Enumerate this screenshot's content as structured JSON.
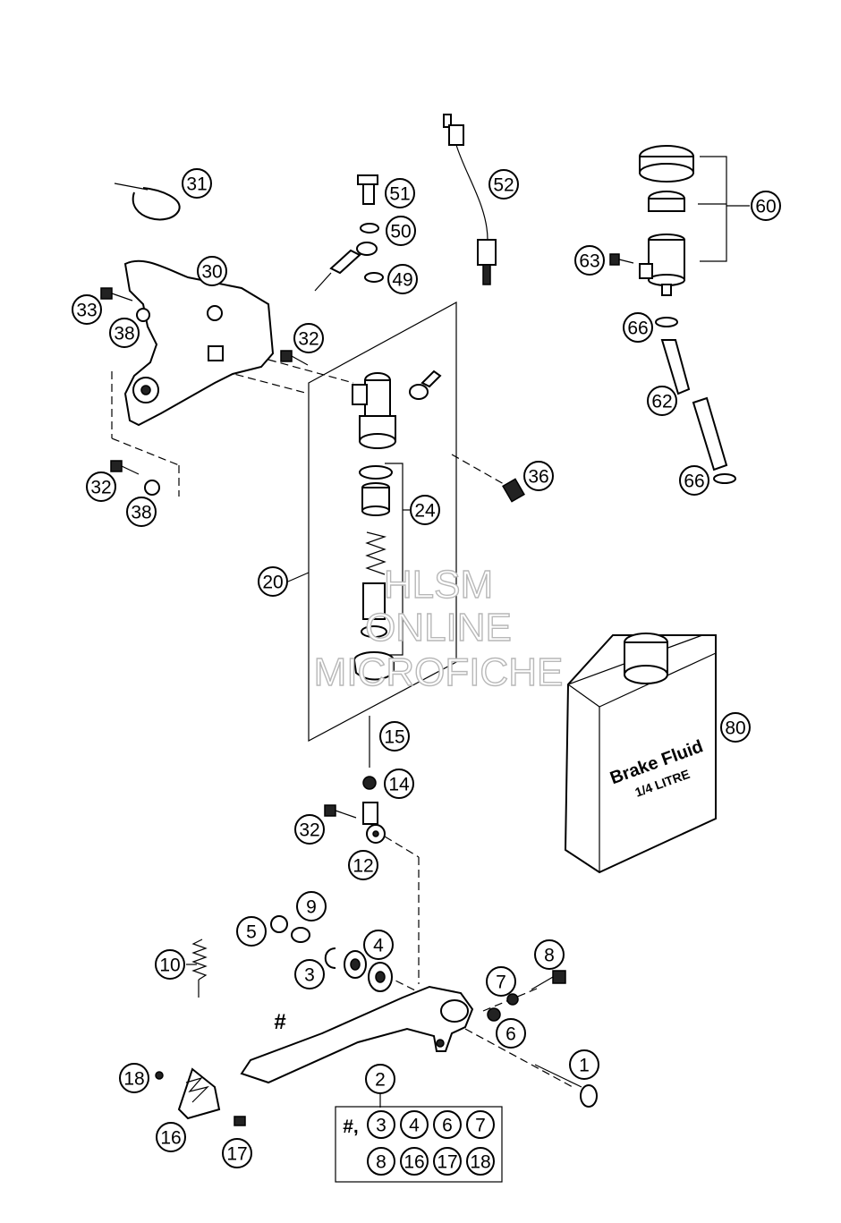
{
  "callouts": [
    {
      "label": "31"
    },
    {
      "label": "51"
    },
    {
      "label": "52"
    },
    {
      "label": "60"
    },
    {
      "label": "50"
    },
    {
      "label": "30"
    },
    {
      "label": "49"
    },
    {
      "label": "63"
    },
    {
      "label": "33"
    },
    {
      "label": "38"
    },
    {
      "label": "32"
    },
    {
      "label": "66"
    },
    {
      "label": "62"
    },
    {
      "label": "36"
    },
    {
      "label": "32"
    },
    {
      "label": "66"
    },
    {
      "label": "24"
    },
    {
      "label": "38"
    },
    {
      "label": "20"
    },
    {
      "label": "80"
    },
    {
      "label": "15"
    },
    {
      "label": "14"
    },
    {
      "label": "32"
    },
    {
      "label": "12"
    },
    {
      "label": "9"
    },
    {
      "label": "5"
    },
    {
      "label": "4"
    },
    {
      "label": "8"
    },
    {
      "label": "10"
    },
    {
      "label": "3"
    },
    {
      "label": "7"
    },
    {
      "label": "6"
    },
    {
      "label": "1"
    },
    {
      "label": "18"
    },
    {
      "label": "2"
    },
    {
      "label": "16"
    },
    {
      "label": "17"
    }
  ],
  "kit_box": {
    "prefix": "#,",
    "row1": [
      "3",
      "4",
      "6",
      "7"
    ],
    "row2": [
      "8",
      "16",
      "17",
      "18"
    ]
  },
  "hash_mark": "#",
  "bottle_label": {
    "line1": "Brake Fluid",
    "line2": "1/4 LITRE"
  },
  "watermark": {
    "line1": "HLSM",
    "line2": "ONLINE",
    "line3": "MICROFICHE"
  },
  "colors": {
    "ink": "#000000",
    "paper": "#ffffff",
    "watermark": "#b8b8b8"
  }
}
